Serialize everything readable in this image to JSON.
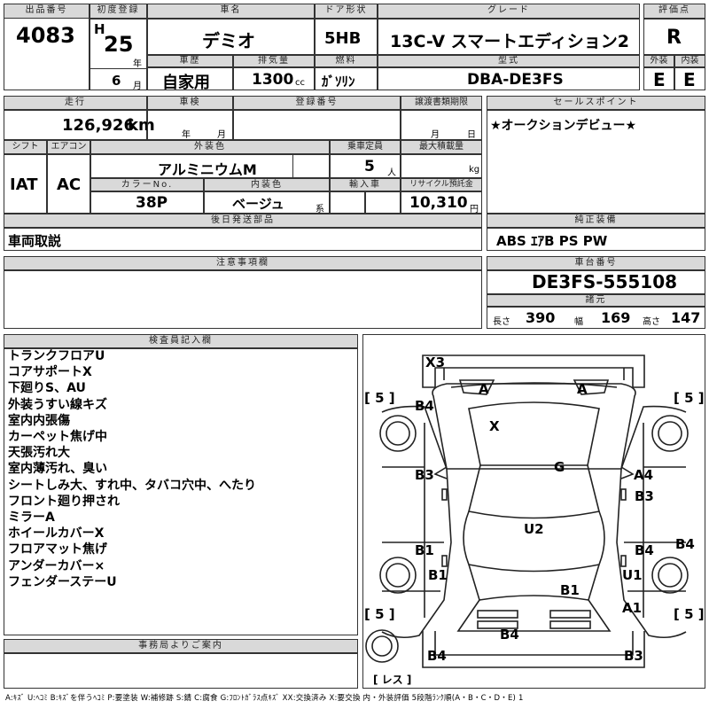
{
  "header": {
    "lot_label": "出品番号",
    "lot_number": "4083",
    "first_reg_label": "初度登録",
    "era": "H",
    "year": "25",
    "year_unit": "年",
    "month": "6",
    "month_unit": "月",
    "name_label": "車名",
    "car_name": "デミオ",
    "history_label": "車歴",
    "history": "自家用",
    "displacement_label": "排気量",
    "displacement": "1300",
    "displacement_unit": "cc",
    "door_label": "ドア形状",
    "door": "5HB",
    "fuel_label": "燃料",
    "fuel": "ｶﾞｿﾘﾝ",
    "grade_label": "グレード",
    "grade": "13C-V スマートエディション2",
    "model_label": "型式",
    "model": "DBA-DE3FS",
    "rating_label": "評価点",
    "rating": "R",
    "exterior_label": "外装",
    "exterior": "E",
    "interior_label": "内装",
    "interior": "E"
  },
  "row2": {
    "mileage_label": "走行",
    "mileage": "126,926",
    "mileage_unit": "km",
    "inspection_label": "車検",
    "insp_year_unit": "年",
    "insp_month_unit": "月",
    "regno_label": "登録番号",
    "transfer_label": "譲渡書類期限",
    "transfer_month_unit": "月",
    "transfer_day_unit": "日",
    "sales_label": "セールスポイント",
    "sales_text": "★オークションデビュー★"
  },
  "row3": {
    "shift_label": "シフト",
    "shift": "IAT",
    "ac_label": "エアコン",
    "ac": "AC",
    "color_label": "外装色",
    "color": "アルミニウムM",
    "capacity_label": "乗車定員",
    "capacity": "5",
    "capacity_unit": "人",
    "load_label": "最大積載量",
    "load_unit": "kg",
    "colorno_label": "カラーNo.",
    "colorno": "38P",
    "int_color_label": "内装色",
    "int_color": "ベージュ",
    "int_color_unit": "系",
    "import_label": "輸入車",
    "recycle_label": "リサイクル預託金",
    "recycle": "10,310",
    "recycle_unit": "円"
  },
  "parts": {
    "label": "後日発送部品",
    "text": "車両取説"
  },
  "equipment": {
    "label": "純正装備",
    "text": "ABS ｴｱB PS PW"
  },
  "notes": {
    "label": "注意事項欄"
  },
  "chassis": {
    "label": "車台番号",
    "number": "DE3FS-555108",
    "spec_label": "諸元",
    "length_label": "長さ",
    "length": "390",
    "width_label": "幅",
    "width": "169",
    "height_label": "高さ",
    "height": "147"
  },
  "inspector": {
    "label": "検査員記入欄",
    "lines": [
      "トランクフロアU",
      "コアサポートX",
      "下廻りS、AU",
      "外装うすい線キズ",
      "室内内張傷",
      "カーペット焦げ中",
      "天張汚れ大",
      "室内薄汚れ、臭い",
      "シートしみ大、すれ中、タバコ穴中、へたり",
      "フロント廻り押され",
      "ミラーA",
      "ホイールカバーX",
      "フロアマット焦げ",
      "アンダーカバー×",
      "フェンダーステーU"
    ]
  },
  "office": {
    "label": "事務局よりご案内"
  },
  "diagram": {
    "marks": {
      "x3": "X3",
      "a_left": "A",
      "a_right": "A",
      "b4_fl": "B4",
      "x_hood": "X",
      "g": "G",
      "b3_lf": "B3",
      "a4": "A4",
      "b3_rf": "B3",
      "u2": "U2",
      "b1_l": "B1",
      "b4_r": "B4",
      "b4_rs": "B4",
      "b1_lr": "B1",
      "u1": "U1",
      "b1_roof": "B1",
      "a1": "A1",
      "b4_rear": "B4",
      "b4_bl": "B4",
      "b3_br": "B3"
    },
    "tire_fl": "5",
    "tire_fr": "5",
    "tire_rl": "5",
    "tire_rr": "5",
    "spare": "レス"
  },
  "legend": "A:ｷｽﾞ U:ﾍｺﾐ B:ｷｽﾞを伴うﾍｺﾐ P:要塗装 W:補修跡 S:錆 C:腐食 G:ﾌﾛﾝﾄｶﾞﾗｽ点ｷｽﾞ XX:交換済み X:要交換 内・外装評価 5段階ﾗﾝｸ順(A・B・C・D・E) 1"
}
